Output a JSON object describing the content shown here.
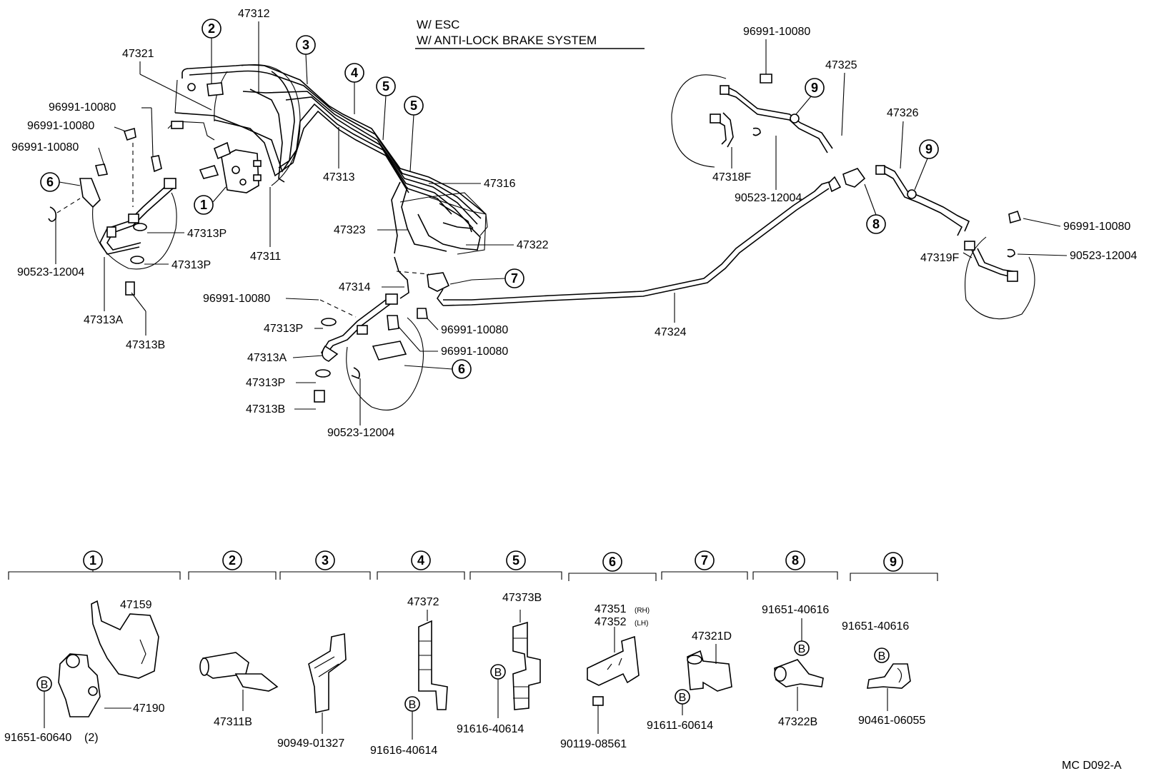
{
  "header": {
    "line1": "W/ ESC",
    "line2": "W/ ANTI-LOCK  BRAKE  SYSTEM"
  },
  "callouts": [
    "1",
    "2",
    "3",
    "4",
    "5",
    "6",
    "7",
    "8",
    "9"
  ],
  "parts": {
    "p47312": "47312",
    "p47321": "47321",
    "p96991a": "96991-10080",
    "p96991b": "96991-10080",
    "p96991c": "96991-10080",
    "p47313P_a": "47313P",
    "p47313P_b": "47313P",
    "p90523a": "90523-12004",
    "p47313A_a": "47313A",
    "p47313B_a": "47313B",
    "p47311": "47311",
    "p47313": "47313",
    "p47316": "47316",
    "p47323": "47323",
    "p47322": "47322",
    "p47314": "47314",
    "p96991d": "96991-10080",
    "p47313P_c": "47313P",
    "p96991e": "96991-10080",
    "p96991f": "96991-10080",
    "p47313A_b": "47313A",
    "p47313P_d": "47313P",
    "p47313B_b": "47313B",
    "p90523b": "90523-12004",
    "p47324": "47324",
    "p96991g": "96991-10080",
    "p47325": "47325",
    "p47318F": "47318F",
    "p90523c": "90523-12004",
    "p47326": "47326",
    "p96991h": "96991-10080",
    "p47319F": "47319F",
    "p90523d": "90523-12004"
  },
  "detail": {
    "d1_47159": "47159",
    "d1_47190": "47190",
    "d1_91651": "91651-60640",
    "d1_qty": "(2)",
    "d2_47311B": "47311B",
    "d3_90949": "90949-01327",
    "d4_47372": "47372",
    "d4_91616": "91616-40614",
    "d5_47373B": "47373B",
    "d5_91616": "91616-40614",
    "d6_47351": "47351",
    "d6_rh": "(RH)",
    "d6_47352": "47352",
    "d6_lh": "(LH)",
    "d6_90119": "90119-08561",
    "d7_47321D": "47321D",
    "d7_91611": "91611-60614",
    "d8_91651": "91651-40616",
    "d8_47322B": "47322B",
    "d9_91651": "91651-40616",
    "d9_90461": "90461-06055",
    "b_mark": "B"
  },
  "footer": {
    "code": "MC  D092-A"
  }
}
